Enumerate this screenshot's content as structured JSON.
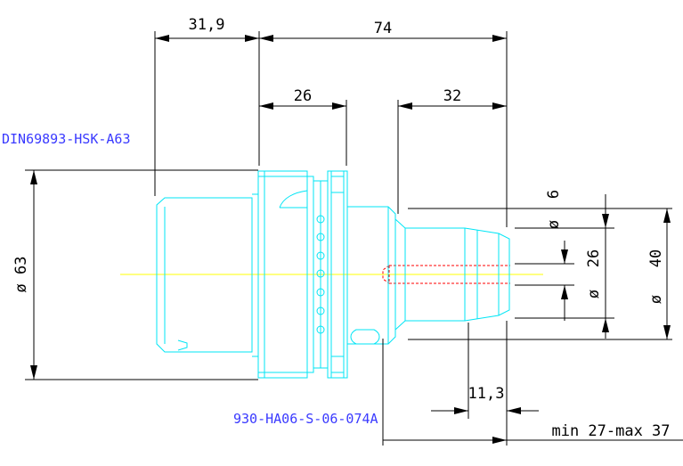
{
  "drawing": {
    "part_labels": {
      "holder_standard": "DIN69893-HSK-A63",
      "part_number": "930-HA06-S-06-074A"
    },
    "dimensions": {
      "flange_offset": "31,9",
      "overall_length": "74",
      "flange_to_nose": "26",
      "nose_length": "32",
      "shank_diameter": "ø 63",
      "bore_diameter": "6",
      "body_diameter": "26",
      "outer_diameter": "40",
      "clamp_length": "11,3",
      "insertion_depth": "min 27-max 37"
    },
    "colors": {
      "dimension_lines": "#000000",
      "part_outline": "#00e5f5",
      "text_labels": "#3a3aff",
      "hidden_bore": "#ff0000",
      "center_line": "#ffff00"
    }
  }
}
